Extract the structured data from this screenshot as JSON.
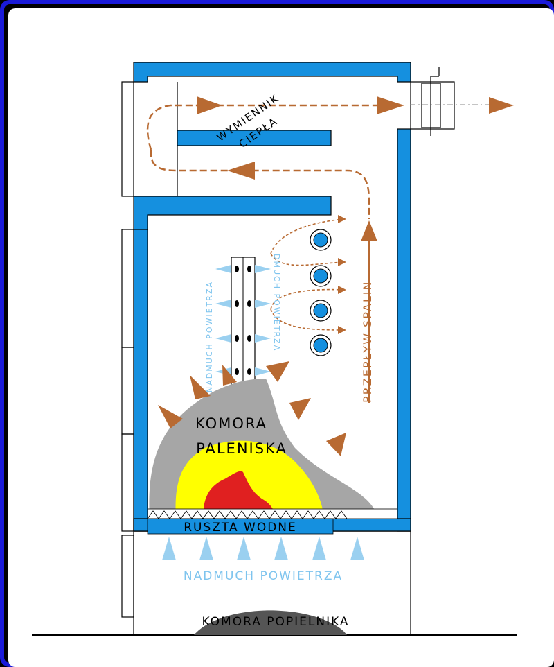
{
  "labels": {
    "heat_exchanger_line1": "WYMIENNIK",
    "heat_exchanger_line2": "CIEPŁA",
    "flue_gas_flow": "PRZEPŁYW SPALIN",
    "air_blow_vertical_left": "NADMUCH POWIETRZA",
    "air_blow_vertical_right": "DMUCH POWIETRZA",
    "combustion_chamber_line1": "KOMORA",
    "combustion_chamber_line2": "PALENISKA",
    "water_grate": "RUSZTA WODNE",
    "air_blow_bottom": "NADMUCH POWIETRZA",
    "ash_chamber": "KOMORA POPIELNIKA"
  },
  "colors": {
    "frame": "#1a1ad8",
    "water_jacket": "#1590df",
    "flow_arrow": "#b86a32",
    "air_arrow": "#9ad0f0",
    "air_text": "#7ec4ee",
    "ash": "#a6a6a6",
    "flame_yellow": "#ffff00",
    "flame_red": "#e02020"
  }
}
